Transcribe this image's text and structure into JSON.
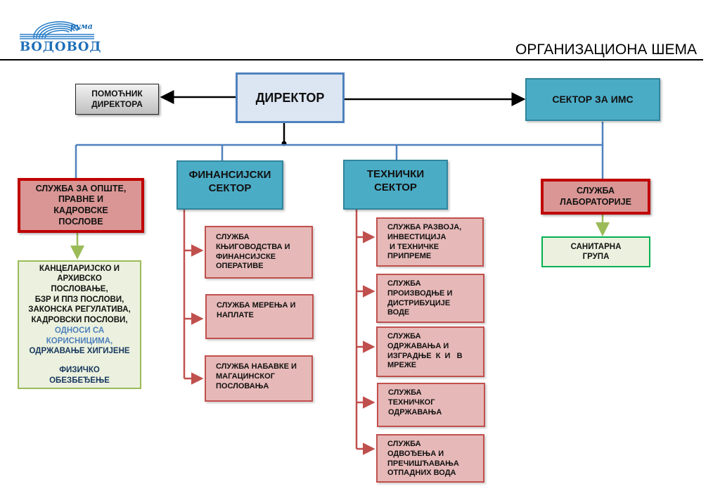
{
  "header": {
    "logo": {
      "top_text": "рума",
      "main_text": "ВОДОВОД",
      "color": "#1f6fb8"
    },
    "title": "ОРГАНИЗАЦИОНА ШЕМА"
  },
  "colors": {
    "director_fill": "#dce6f2",
    "director_border": "#4f81bd",
    "sector_fill": "#4bacc6",
    "service_main_fill": "#d99694",
    "service_main_border": "#c00000",
    "subservice_fill": "#e6b9b8",
    "subservice_border": "#c0504d",
    "group_fill": "#ebf1de",
    "connector_blue": "#4f81bd",
    "connector_red": "#c0504d",
    "connector_green": "#9bbb59"
  },
  "chart": {
    "director": {
      "label": "ДИРЕКТОР"
    },
    "assistant": {
      "line1": "ПОМОЋНИК",
      "line2": "ДИРЕКТОРА"
    },
    "ims_sector": {
      "label": "СЕКТОР ЗА ИМС"
    },
    "general_service": {
      "lines": [
        "СЛУЖБА ЗА ОПШТЕ,",
        "ПРАВНЕ И",
        "КАДРОВСКЕ",
        "ПОСЛОВЕ"
      ],
      "duties": {
        "black_lines": [
          "КАНЦЕЛАРИЈСКО И",
          "АРХИВСКО",
          "ПОСЛОВАЊЕ,",
          "БЗР И ППЗ ПОСЛОВИ,",
          "ЗАКОНСКА РЕГУЛАТИВА,",
          "КАДРОВСКИ ПОСЛОВИ,"
        ],
        "blue_lines": [
          "ОДНОСИ СА",
          "КОРИСНИЦИМА,"
        ],
        "navy_lines": [
          "ОДРЖАВАЊЕ ХИГИЈЕНЕ"
        ],
        "security_lines": [
          "ФИЗИЧКО",
          "ОБЕЗБЕЂЕЊЕ"
        ]
      }
    },
    "finance_sector": {
      "lines": [
        "ФИНАНСИЈСКИ",
        "СЕКТОР"
      ],
      "services": [
        {
          "lines": [
            "СЛУЖБА",
            "КЊИГОВОДСТВА И",
            "ФИНАНСИЈСКЕ",
            "ОПЕРАТИВЕ"
          ]
        },
        {
          "lines": [
            "СЛУЖБА МЕРЕЊА И",
            "НАПЛАТЕ"
          ]
        },
        {
          "lines": [
            "СЛУЖБА НАБАВКЕ И",
            "МАГАЦИНСКОГ",
            "ПОСЛОВАЊА"
          ]
        }
      ]
    },
    "technical_sector": {
      "lines": [
        "ТЕХНИЧКИ",
        "СЕКТОР"
      ],
      "services": [
        {
          "lines": [
            "СЛУЖБА РАЗВОЈА,",
            "ИНВЕСТИЦИЈА",
            " И ТЕХНИЧКЕ",
            "ПРИПРЕМЕ"
          ]
        },
        {
          "lines": [
            "СЛУЖБА",
            "ПРОИЗВОДЊЕ И",
            "ДИСТРИБУЦИЈЕ",
            "ВОДЕ"
          ]
        },
        {
          "lines": [
            "СЛУЖБА",
            "ОДРЖАВАЊА И",
            "ИЗГРАДЊЕ  К  И   В",
            "МРЕЖЕ"
          ]
        },
        {
          "lines": [
            "СЛУЖБА",
            "ТЕХНИЧКОГ",
            "ОДРЖАВАЊА"
          ]
        },
        {
          "lines": [
            "СЛУЖБА",
            "ОДВОЂЕЊА И",
            "ПРЕЧИШЋАВАЊА",
            "ОТПАДНИХ ВОДА"
          ]
        }
      ]
    },
    "lab_service": {
      "lines": [
        "СЛУЖБА",
        "ЛАБОРАТОРИЈЕ"
      ],
      "group": {
        "lines": [
          "САНИТАРНА",
          "ГРУПА"
        ]
      }
    }
  }
}
